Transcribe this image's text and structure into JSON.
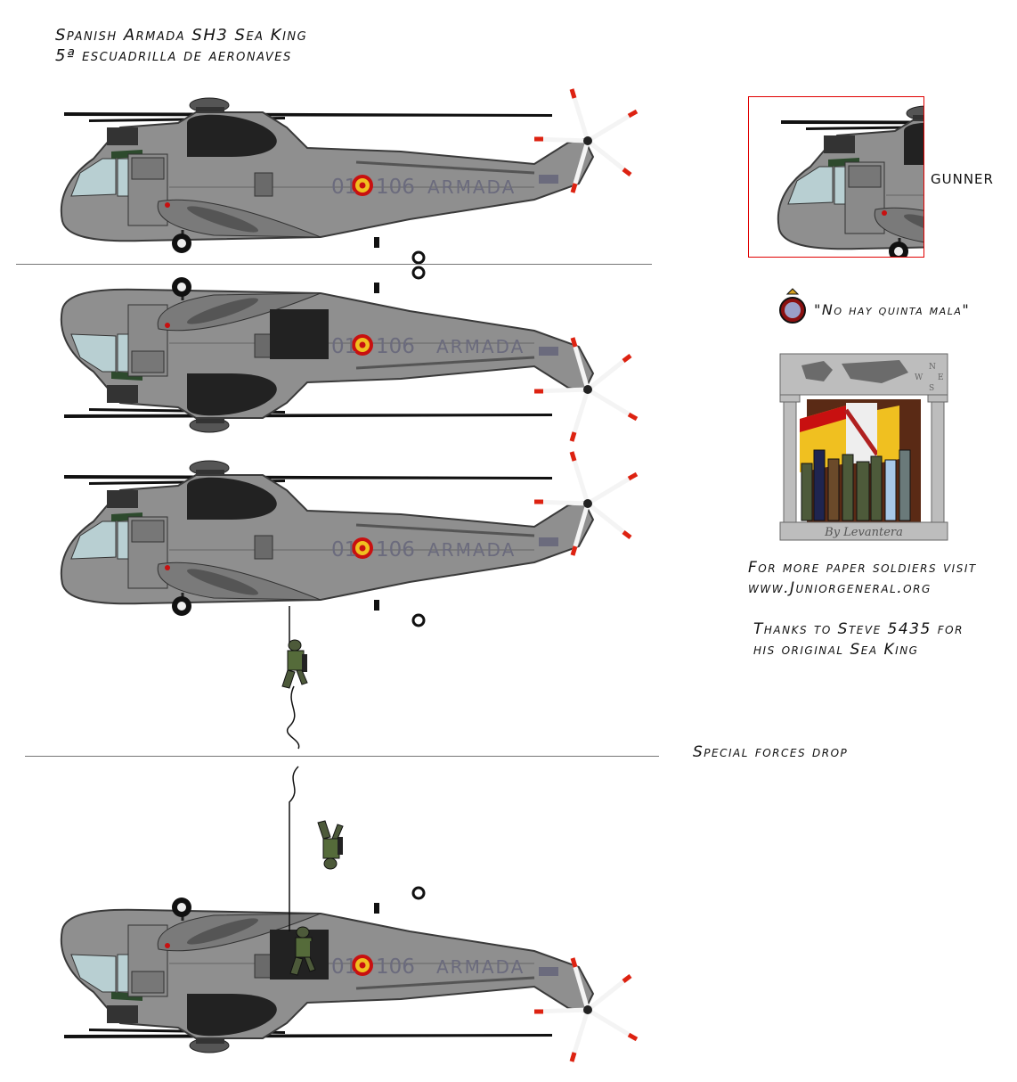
{
  "header": {
    "title": "Spanish Armada SH3 Sea King",
    "subtitle": "5ª escuadrilla de aeronaves"
  },
  "helicopter": {
    "serial_prefix": "01",
    "serial_number": "106",
    "service_marking": "ARMADA",
    "colors": {
      "body": "#8f8f8f",
      "outline": "#3a3a3a",
      "engine": "#222222",
      "marking": "#6b6b7d",
      "roundel_red": "#c81010",
      "roundel_yellow": "#f0c020"
    }
  },
  "inset": {
    "label": "GUNNER",
    "border_color": "#e00000"
  },
  "motto": {
    "text": "\"No hay quinta mala\"",
    "emblem_icon": "squadron-crest-icon"
  },
  "artwork": {
    "signature": "By Levantera",
    "compass": [
      "N",
      "W",
      "E",
      "S"
    ]
  },
  "credits": {
    "line1": "For more paper soldiers visit",
    "line2": "www.Juniorgeneral.org",
    "line3": "Thanks to Steve 5435 for",
    "line4": "his original Sea King"
  },
  "scene_label": "Special forces drop"
}
